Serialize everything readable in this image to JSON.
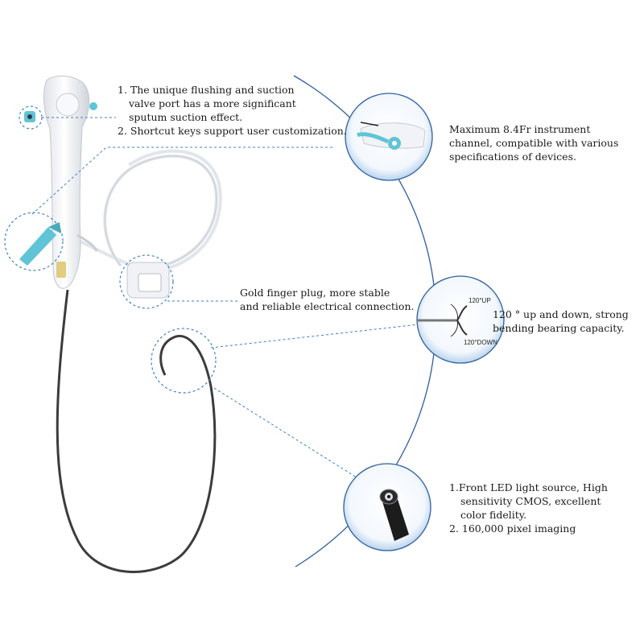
{
  "callouts": {
    "valve": {
      "lines": [
        "1. The unique flushing and suction",
        "valve port has a more significant",
        "sputum suction effect.",
        "2. Shortcut keys support user customization."
      ]
    },
    "channel": {
      "lines": [
        "Maximum 8.4Fr instrument",
        "channel, compatible with various",
        "specifications of devices."
      ]
    },
    "plug": {
      "lines": [
        "Gold finger plug, more stable",
        "and reliable electrical connection."
      ]
    },
    "bending": {
      "lines": [
        "120 ° up and down, strong",
        "bending bearing capacity."
      ],
      "up_label": "120°UP",
      "down_label": "120°DOWN"
    },
    "led": {
      "lines": [
        "1.Front LED light source, High",
        "sensitivity CMOS, excellent",
        "color fidelity.",
        "2. 160,000 pixel imaging"
      ]
    }
  },
  "colors": {
    "arc": "#2f5f9e",
    "dash": "#3f7fc4",
    "accent": "#5fc4d6",
    "scope_body": "#f4f5f7",
    "cable": "#3c3c3c"
  }
}
